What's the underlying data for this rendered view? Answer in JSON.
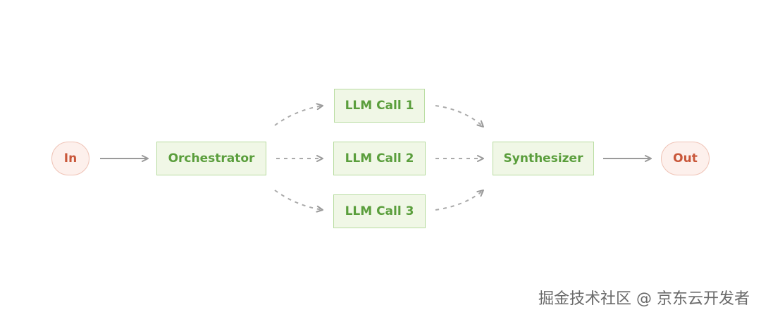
{
  "nodes": {
    "in": {
      "label": "In"
    },
    "orchestrator": {
      "label": "Orchestrator"
    },
    "llm_call_1": {
      "label": "LLM Call 1"
    },
    "llm_call_2": {
      "label": "LLM Call 2"
    },
    "llm_call_3": {
      "label": "LLM Call 3"
    },
    "synthesizer": {
      "label": "Synthesizer"
    },
    "out": {
      "label": "Out"
    }
  },
  "edges": [
    {
      "from": "in",
      "to": "orchestrator",
      "style": "solid"
    },
    {
      "from": "orchestrator",
      "to": "llm_call_1",
      "style": "dashed"
    },
    {
      "from": "orchestrator",
      "to": "llm_call_2",
      "style": "dashed"
    },
    {
      "from": "orchestrator",
      "to": "llm_call_3",
      "style": "dashed"
    },
    {
      "from": "llm_call_1",
      "to": "synthesizer",
      "style": "dashed"
    },
    {
      "from": "llm_call_2",
      "to": "synthesizer",
      "style": "dashed"
    },
    {
      "from": "llm_call_3",
      "to": "synthesizer",
      "style": "dashed"
    },
    {
      "from": "synthesizer",
      "to": "out",
      "style": "solid"
    }
  ],
  "colors": {
    "node_fill": "#f0f7e6",
    "node_border": "#b8dca0",
    "node_text": "#5a9e3c",
    "terminal_fill": "#fdf0ec",
    "terminal_border": "#efc3b6",
    "terminal_text": "#c9573a",
    "arrow": "#9a9a9a"
  },
  "watermark": "掘金技术社区 @ 京东云开发者"
}
